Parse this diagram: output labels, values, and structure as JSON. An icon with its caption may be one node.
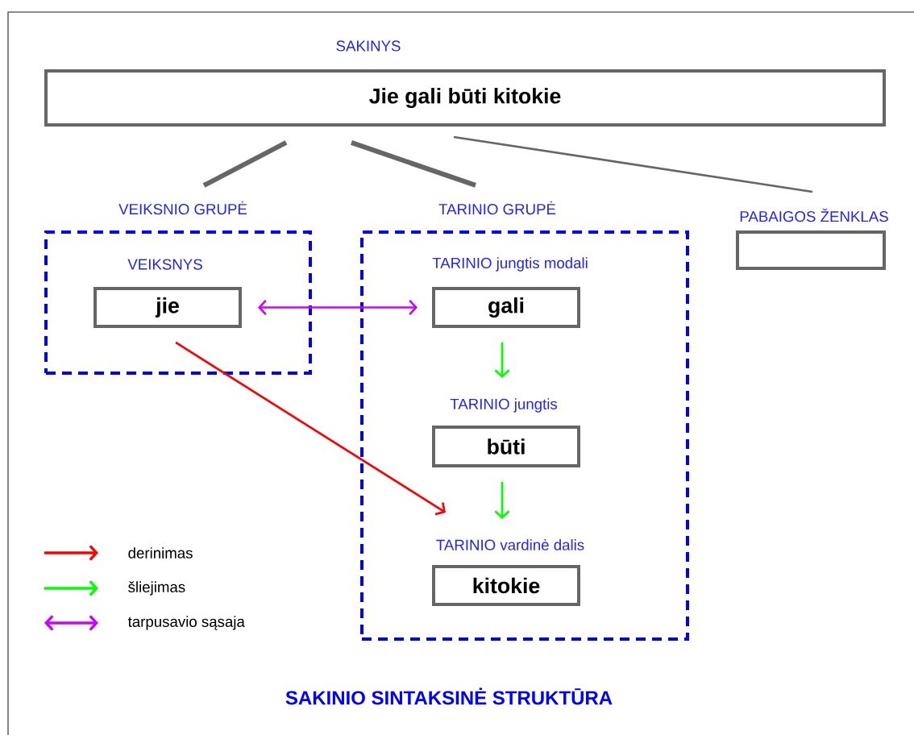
{
  "diagram": {
    "caption": "SAKINIO SINTAKSINĖ STRUKTŪRA",
    "nodes": [
      {
        "text": [
          "SAKINYS",
          "Jie gali būti kitokie"
        ]
      },
      {
        "text": [
          "VEIKSNIO GRUPĖ"
        ]
      },
      {
        "text": [
          "VEIKSNYS",
          "jie"
        ],
        "in": 1
      },
      {
        "text": [
          "TARINIO GRUPĖ"
        ]
      },
      {
        "text": [
          "TARINIO jungtis modali",
          "gali"
        ],
        "in": 3
      },
      {
        "text": [
          "TARINIO jungtis",
          "būti"
        ],
        "in": 3
      },
      {
        "text": [
          "TARINIO vardinė dalis",
          "kitokie"
        ],
        "in": 3
      },
      {
        "text": [
          "PABAIGOS ŽENKLAS"
        ]
      }
    ],
    "edges": [
      {
        "from": 0,
        "to": 1,
        "arrow": "none",
        "style": "thick"
      },
      {
        "from": 0,
        "to": 3,
        "arrow": "none",
        "style": "thick"
      },
      {
        "from": 0,
        "to": 7,
        "arrow": "none"
      },
      {
        "from": 2,
        "to": 4,
        "arrow": "both",
        "color": "#cc00ff"
      },
      {
        "from": 2,
        "to": 6,
        "arrow": "to",
        "color": "#ff0000"
      },
      {
        "from": 4,
        "to": 5,
        "arrow": "to",
        "color": "#00ff00"
      },
      {
        "from": 5,
        "to": 6,
        "arrow": "to",
        "color": "#00ff00"
      }
    ],
    "legend": [
      {
        "text": "derinimas"
      },
      {
        "text": "šliejimas"
      },
      {
        "text": "tarpusavio sąsaja"
      }
    ]
  }
}
